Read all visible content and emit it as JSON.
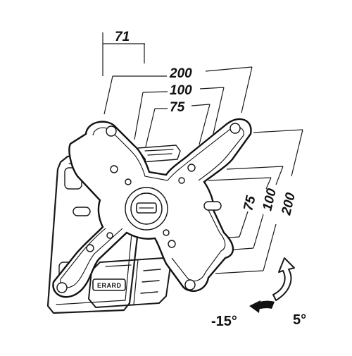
{
  "dimensions": {
    "top_offset": "71",
    "horizontal": [
      "200",
      "100",
      "75"
    ],
    "vertical": [
      "75",
      "100",
      "200"
    ]
  },
  "tilt": {
    "negative": "-15°",
    "positive": "5°"
  },
  "brand": "ERARD",
  "colors": {
    "line": "#111111",
    "background": "#ffffff"
  },
  "icons": [
    "tilt-arrow-icon",
    "logo-badge"
  ]
}
